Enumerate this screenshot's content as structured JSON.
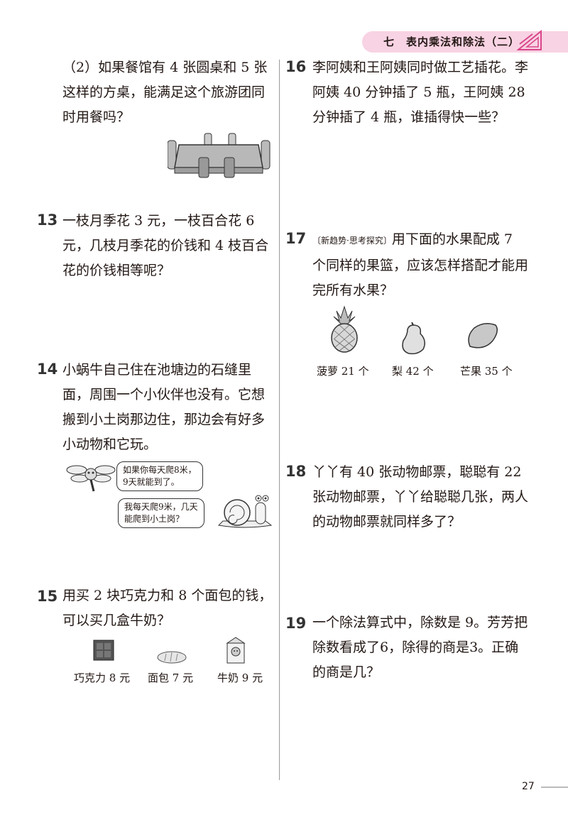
{
  "header": {
    "title": "七　表内乘法和除法（二）"
  },
  "left": {
    "p12_part2": "（2）如果餐馆有 4 张圆桌和 5 张这样的方桌，能满足这个旅游团同时用餐吗？",
    "p13": {
      "num": "13",
      "text": "一枝月季花 3 元，一枝百合花 6 元，几枝月季花的价钱和 4 枝百合花的价钱相等呢？"
    },
    "p14": {
      "num": "14",
      "text": "小蜗牛自己住在池塘边的石缝里面，周围一个小伙伴也没有。它想搬到小土岗那边住，那边会有好多小动物和它玩。",
      "bubble1_line1": "如果你每天爬8米，",
      "bubble1_line2": "9天就能到了。",
      "bubble2_line1": "我每天爬9米，几天",
      "bubble2_line2": "能爬到小土岗？"
    },
    "p15": {
      "num": "15",
      "text": "用买 2 块巧克力和 8 个面包的钱，可以买几盒牛奶？",
      "item1": "巧克力 8 元",
      "item2": "面包 7 元",
      "item3": "牛奶 9 元"
    }
  },
  "right": {
    "p16": {
      "num": "16",
      "text": "李阿姨和王阿姨同时做工艺插花。李阿姨 40 分钟插了 5 瓶，王阿姨 28 分钟插了 4 瓶，谁插得快一些？"
    },
    "p17": {
      "num": "17",
      "tag": "〔新趋势·思考探究〕",
      "text": "用下面的水果配成 7 个同样的果篮，应该怎样搭配才能用完所有水果？",
      "fruit1": "菠萝 21 个",
      "fruit2": "梨 42 个",
      "fruit3": "芒果 35 个"
    },
    "p18": {
      "num": "18",
      "text": "丫丫有 40 张动物邮票，聪聪有 22 张动物邮票，丫丫给聪聪几张，两人的动物邮票就同样多了？"
    },
    "p19": {
      "num": "19",
      "text": "一个除法算式中，除数是 9。芳芳把除数看成了6，除得的商是3。正确的商是几？"
    }
  },
  "page_number": "27"
}
